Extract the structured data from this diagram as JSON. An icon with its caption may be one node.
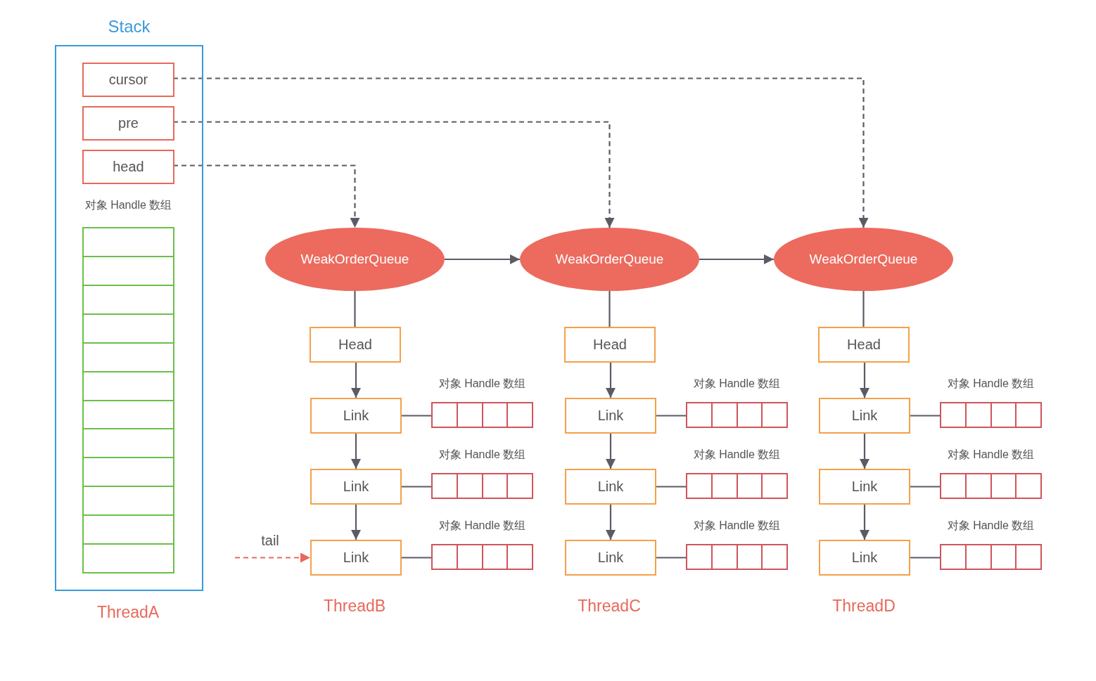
{
  "diagram": {
    "nodes": [
      {
        "text": [
          "Stack"
        ]
      },
      {
        "text": [
          "cursor"
        ],
        "in": 0
      },
      {
        "text": [
          "pre"
        ],
        "in": 0
      },
      {
        "text": [
          "head"
        ],
        "in": 0
      },
      {
        "text": [
          "对象 Handle 数组"
        ],
        "in": 0
      },
      {
        "text": [
          "WeakOrderQueue"
        ]
      },
      {
        "text": [
          "WeakOrderQueue"
        ]
      },
      {
        "text": [
          "WeakOrderQueue"
        ]
      },
      {
        "text": [
          "Head"
        ]
      },
      {
        "text": [
          "Link"
        ]
      },
      {
        "text": [
          "Link"
        ]
      },
      {
        "text": [
          "Link"
        ]
      },
      {
        "text": [
          "对象 Handle 数组"
        ]
      },
      {
        "text": [
          "对象 Handle 数组"
        ]
      },
      {
        "text": [
          "对象 Handle 数组"
        ]
      },
      {
        "text": [
          "Head"
        ]
      },
      {
        "text": [
          "Link"
        ]
      },
      {
        "text": [
          "Link"
        ]
      },
      {
        "text": [
          "Link"
        ]
      },
      {
        "text": [
          "对象 Handle 数组"
        ]
      },
      {
        "text": [
          "对象 Handle 数组"
        ]
      },
      {
        "text": [
          "对象 Handle 数组"
        ]
      },
      {
        "text": [
          "Head"
        ]
      },
      {
        "text": [
          "Link"
        ]
      },
      {
        "text": [
          "Link"
        ]
      },
      {
        "text": [
          "Link"
        ]
      },
      {
        "text": [
          "对象 Handle 数组"
        ]
      },
      {
        "text": [
          "对象 Handle 数组"
        ]
      },
      {
        "text": [
          "对象 Handle 数组"
        ]
      }
    ],
    "edges": [
      {
        "from": 1,
        "to": 7,
        "arrow": "to",
        "style": "dashed"
      },
      {
        "from": 2,
        "to": 6,
        "arrow": "to",
        "style": "dashed"
      },
      {
        "from": 3,
        "to": 5,
        "arrow": "to",
        "style": "dashed"
      },
      {
        "from": 5,
        "to": 6,
        "arrow": "to"
      },
      {
        "from": 6,
        "to": 7,
        "arrow": "to"
      },
      {
        "from": 5,
        "to": 8,
        "arrow": "none"
      },
      {
        "from": 8,
        "to": 9,
        "arrow": "to"
      },
      {
        "from": 9,
        "to": 10,
        "arrow": "to"
      },
      {
        "from": 10,
        "to": 11,
        "arrow": "to"
      },
      {
        "from": 9,
        "to": 12,
        "arrow": "none"
      },
      {
        "from": 10,
        "to": 13,
        "arrow": "none"
      },
      {
        "from": 11,
        "to": 14,
        "arrow": "none"
      },
      {
        "from": 6,
        "to": 15,
        "arrow": "none"
      },
      {
        "from": 15,
        "to": 16,
        "arrow": "to"
      },
      {
        "from": 16,
        "to": 17,
        "arrow": "to"
      },
      {
        "from": 17,
        "to": 18,
        "arrow": "to"
      },
      {
        "from": 16,
        "to": 19,
        "arrow": "none"
      },
      {
        "from": 17,
        "to": 20,
        "arrow": "none"
      },
      {
        "from": 18,
        "to": 21,
        "arrow": "none"
      },
      {
        "from": 7,
        "to": 22,
        "arrow": "none"
      },
      {
        "from": 22,
        "to": 23,
        "arrow": "to"
      },
      {
        "from": 23,
        "to": 24,
        "arrow": "to"
      },
      {
        "from": 24,
        "to": 25,
        "arrow": "to"
      },
      {
        "from": 23,
        "to": 26,
        "arrow": "none"
      },
      {
        "from": 24,
        "to": 27,
        "arrow": "none"
      },
      {
        "from": 25,
        "to": 28,
        "arrow": "none"
      },
      {
        "from": null,
        "to": 11,
        "arrow": "to",
        "label": "tail",
        "style": "dashed",
        "color": "#e8685a"
      }
    ],
    "labels": [
      "ThreadA",
      "ThreadB",
      "ThreadC",
      "ThreadD"
    ]
  }
}
